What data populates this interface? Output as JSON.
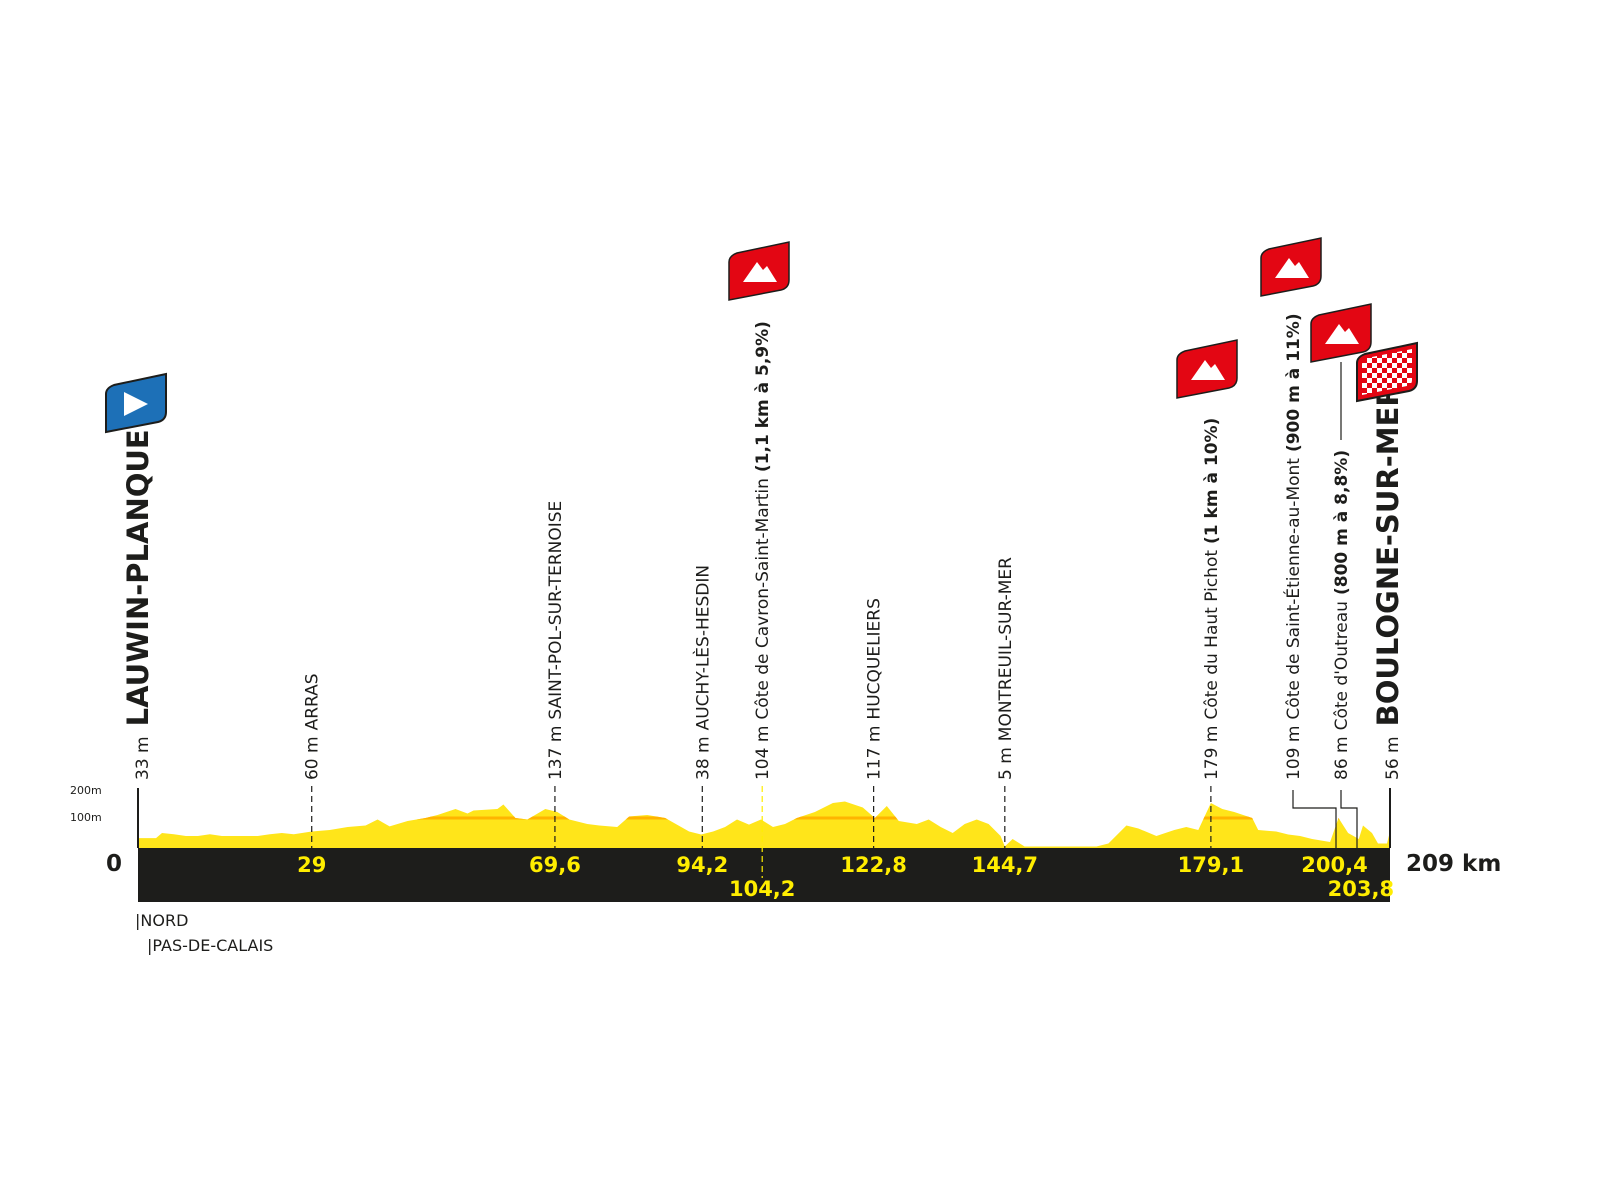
{
  "chart_data": {
    "type": "area",
    "title": "",
    "xlabel": "",
    "ylabel": "",
    "x_unit": "km",
    "xlim": [
      0,
      209
    ],
    "ylim": [
      0,
      200
    ],
    "y_ticks": [
      "100m",
      "200m"
    ],
    "y_tick_values": [
      100,
      200
    ],
    "x_start_label": "0",
    "x_end_label": "209 km",
    "colors": {
      "profile": "#ffe51a",
      "band": "#ffb400",
      "base": "#1d1d1b",
      "km_text": "#ffed00",
      "climb_flag": "#e30613",
      "start_flag": "#1d70b7"
    },
    "profile": [
      [
        0,
        33
      ],
      [
        3,
        33
      ],
      [
        4,
        50
      ],
      [
        6,
        46
      ],
      [
        8,
        40
      ],
      [
        10,
        40
      ],
      [
        12,
        46
      ],
      [
        14,
        40
      ],
      [
        20,
        40
      ],
      [
        22,
        46
      ],
      [
        24,
        50
      ],
      [
        26,
        46
      ],
      [
        29,
        55
      ],
      [
        32,
        60
      ],
      [
        35,
        70
      ],
      [
        38,
        75
      ],
      [
        40,
        95
      ],
      [
        42,
        72
      ],
      [
        45,
        90
      ],
      [
        48,
        100
      ],
      [
        50,
        110
      ],
      [
        53,
        130
      ],
      [
        55,
        115
      ],
      [
        56,
        125
      ],
      [
        60,
        130
      ],
      [
        61,
        145
      ],
      [
        63,
        100
      ],
      [
        65,
        95
      ],
      [
        68,
        130
      ],
      [
        70,
        120
      ],
      [
        72,
        95
      ],
      [
        75,
        80
      ],
      [
        77,
        75
      ],
      [
        80,
        70
      ],
      [
        82,
        105
      ],
      [
        85,
        110
      ],
      [
        88,
        100
      ],
      [
        92,
        55
      ],
      [
        94,
        45
      ],
      [
        96,
        55
      ],
      [
        98,
        70
      ],
      [
        100,
        95
      ],
      [
        102,
        78
      ],
      [
        104,
        95
      ],
      [
        106,
        70
      ],
      [
        108,
        80
      ],
      [
        110,
        100
      ],
      [
        113,
        120
      ],
      [
        116,
        150
      ],
      [
        118,
        155
      ],
      [
        121,
        135
      ],
      [
        123,
        100
      ],
      [
        125,
        140
      ],
      [
        127,
        90
      ],
      [
        130,
        80
      ],
      [
        132,
        95
      ],
      [
        134,
        70
      ],
      [
        136,
        50
      ],
      [
        138,
        80
      ],
      [
        140,
        95
      ],
      [
        142,
        80
      ],
      [
        144,
        40
      ],
      [
        144.7,
        5
      ],
      [
        146,
        30
      ],
      [
        148,
        5
      ],
      [
        160,
        5
      ],
      [
        162,
        15
      ],
      [
        165,
        75
      ],
      [
        167,
        65
      ],
      [
        170,
        40
      ],
      [
        173,
        60
      ],
      [
        175,
        70
      ],
      [
        177,
        60
      ],
      [
        179.1,
        150
      ],
      [
        181,
        130
      ],
      [
        183,
        120
      ],
      [
        186,
        100
      ],
      [
        187,
        60
      ],
      [
        190,
        55
      ],
      [
        192,
        45
      ],
      [
        194,
        40
      ],
      [
        196,
        30
      ],
      [
        199,
        20
      ],
      [
        200.4,
        100
      ],
      [
        202,
        50
      ],
      [
        203.8,
        30
      ],
      [
        204.5,
        75
      ],
      [
        206,
        50
      ],
      [
        207,
        15
      ],
      [
        208.5,
        15
      ],
      [
        209,
        56
      ]
    ],
    "start": {
      "km": 0,
      "altitude": "33 m",
      "name": "LAUWIN-PLANQUE",
      "icon": "start-flag-icon"
    },
    "finish": {
      "km": 209,
      "altitude": "56 m",
      "name": "BOULOGNE-SUR-MER",
      "icon": "checkered-flag-icon"
    },
    "waypoints": [
      {
        "km": 29,
        "km_label": "29",
        "altitude": "60 m",
        "name": "ARRAS",
        "detail": ""
      },
      {
        "km": 69.6,
        "km_label": "69,6",
        "altitude": "137 m",
        "name": "SAINT-POL-SUR-TERNOISE",
        "detail": ""
      },
      {
        "km": 94.2,
        "km_label": "94,2",
        "altitude": "38 m",
        "name": "AUCHY-LÈS-HESDIN",
        "detail": ""
      },
      {
        "km": 104.2,
        "km_label": "104,2",
        "altitude": "104 m",
        "name": "Côte de Cavron-Saint-Martin",
        "detail": "(1,1 km à 5,9%)",
        "climb": true
      },
      {
        "km": 122.8,
        "km_label": "122,8",
        "altitude": "117 m",
        "name": "HUCQUELIERS",
        "detail": ""
      },
      {
        "km": 144.7,
        "km_label": "144,7",
        "altitude": "5 m",
        "name": "MONTREUIL-SUR-MER",
        "detail": ""
      },
      {
        "km": 179.1,
        "km_label": "179,1",
        "altitude": "179 m",
        "name": "Côte du Haut Pichot",
        "detail": "(1 km à 10%)",
        "climb": true
      },
      {
        "km": 200.4,
        "km_label": "200,4",
        "altitude": "109 m",
        "name": "Côte de Saint-Étienne-au-Mont",
        "detail": "(900 m à 11%)",
        "climb": true
      },
      {
        "km": 203.8,
        "km_label": "203,8",
        "altitude": "86 m",
        "name": "Côte d'Outreau",
        "detail": "(800 m à 8,8%)",
        "climb": true
      }
    ],
    "departments": [
      "NORD",
      "PAS-DE-CALAIS"
    ]
  }
}
